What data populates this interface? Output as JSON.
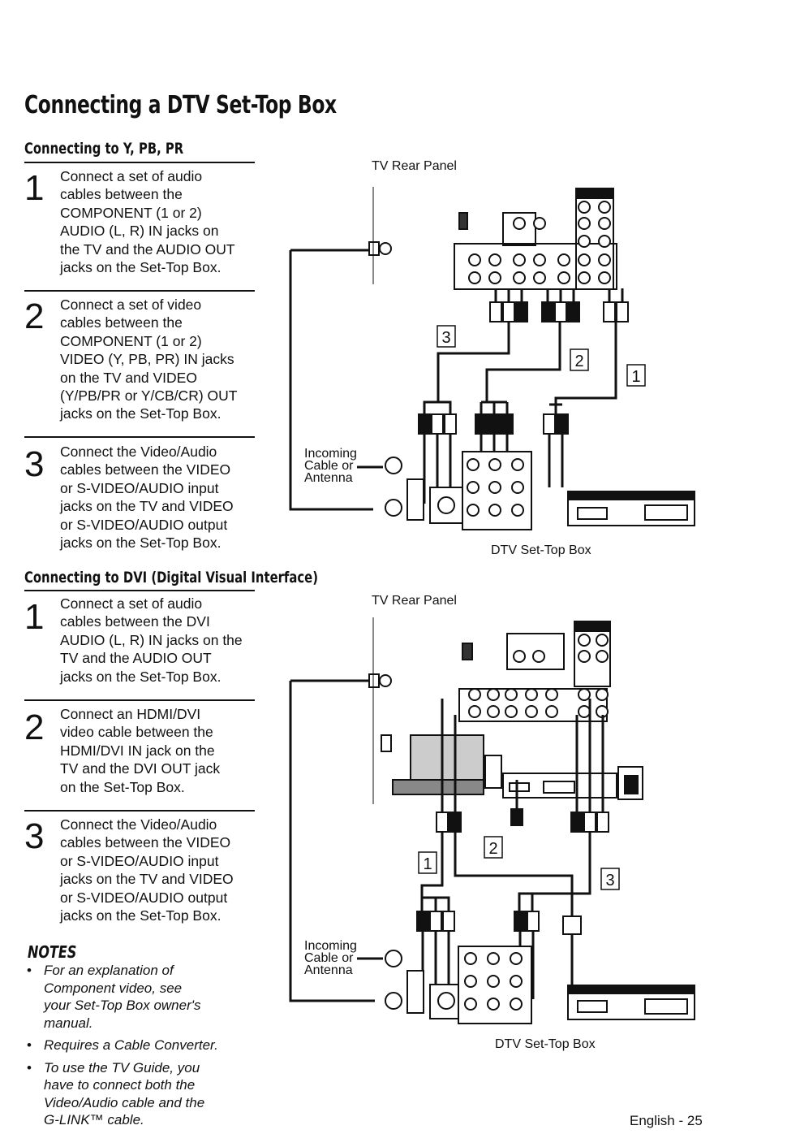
{
  "page_title": "Connecting a DTV Set-Top Box",
  "section1": {
    "heading": "Connecting to Y, PB, PR",
    "steps": [
      {
        "number": "1",
        "text": "Connect a set of audio\ncables between the\nCOMPONENT (1 or 2)\nAUDIO (L, R) IN jacks on\nthe TV and the AUDIO OUT\njacks on the Set-Top Box."
      },
      {
        "number": "2",
        "text": "Connect a set of video\ncables between the\nCOMPONENT (1 or 2)\nVIDEO (Y, PB, PR) IN jacks\non the TV and VIDEO\n(Y/PB/PR or Y/CB/CR) OUT\njacks on the Set-Top Box."
      },
      {
        "number": "3",
        "text": "Connect the Video/Audio\ncables between the VIDEO\nor S-VIDEO/AUDIO input\njacks on the TV and VIDEO\nor S-VIDEO/AUDIO output\njacks on the Set-Top Box."
      }
    ],
    "diagram": {
      "tv_label": "TV Rear Panel",
      "incoming_label": "Incoming\nCable or\nAntenna",
      "box_label": "DTV Set-Top Box",
      "callouts": [
        "3",
        "2",
        "1"
      ]
    }
  },
  "section2": {
    "heading": "Connecting to DVI (Digital Visual Interface)",
    "steps": [
      {
        "number": "1",
        "text": "Connect a set of audio\ncables between the DVI\nAUDIO (L, R) IN jacks on the\nTV and the AUDIO OUT\njacks on the Set-Top Box."
      },
      {
        "number": "2",
        "text": "Connect an HDMI/DVI\nvideo cable between the\nHDMI/DVI IN jack on the\nTV and the DVI OUT jack\non the Set-Top Box."
      },
      {
        "number": "3",
        "text": "Connect the Video/Audio\ncables between the VIDEO\nor S-VIDEO/AUDIO input\njacks on the TV and VIDEO\nor S-VIDEO/AUDIO output\njacks on the Set-Top Box."
      }
    ],
    "diagram": {
      "tv_label": "TV Rear Panel",
      "incoming_label": "Incoming\nCable or\nAntenna",
      "box_label": "DTV Set-Top Box",
      "callouts": [
        "2",
        "1",
        "3"
      ]
    }
  },
  "notes": {
    "heading": "NOTES",
    "items": [
      "For an explanation of\nComponent video, see\nyour Set-Top Box owner's\nmanual.",
      "Requires a Cable Converter.",
      "To use the TV Guide, you\nhave to connect both the\nVideo/Audio cable and the\nG-LINK™ cable."
    ]
  },
  "footer": "English - 25"
}
